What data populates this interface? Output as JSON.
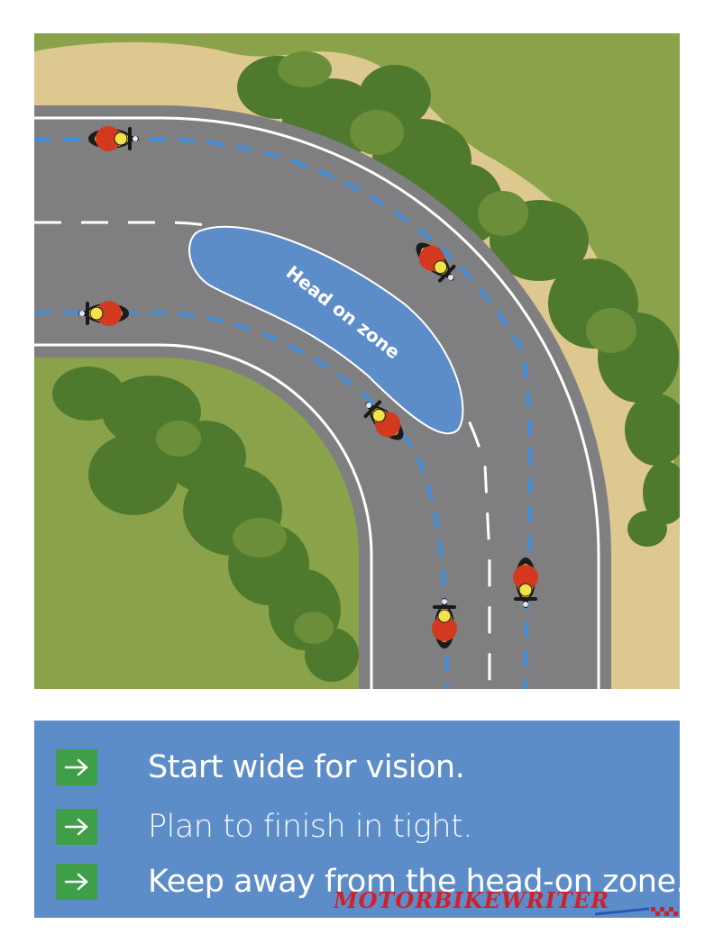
{
  "diagram": {
    "zone_label": "Head on zone",
    "colors": {
      "grass": "#8aa34a",
      "sand": "#ddc98f",
      "road": "#7f7f82",
      "lane_line": "#ffffff",
      "rider_path": "#3f8fe0",
      "zone": "#5d8dc9",
      "bush": "#4f7a2e",
      "rider": "#d23a1e"
    }
  },
  "tips": [
    {
      "icon": "arrow-right-icon",
      "text": "Start wide for vision."
    },
    {
      "icon": "arrow-right-icon",
      "text": "Plan to finish in tight."
    },
    {
      "icon": "arrow-right-icon",
      "text": "Keep away from the head-on zone."
    }
  ],
  "watermark": {
    "text": "MOTORBIKEWRITER"
  }
}
